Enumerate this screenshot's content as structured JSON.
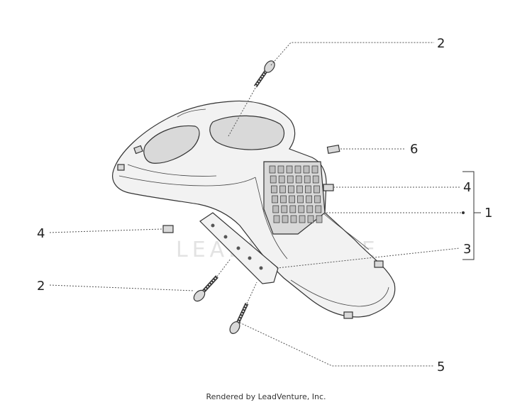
{
  "callouts": {
    "c_top2": "2",
    "c_6": "6",
    "c_4_right": "4",
    "c_1": "1",
    "c_3": "3",
    "c_4_left": "4",
    "c_2_left": "2",
    "c_5": "5"
  },
  "watermark": "LEADVENTURE",
  "footer": "Rendered by LeadVenture, Inc."
}
